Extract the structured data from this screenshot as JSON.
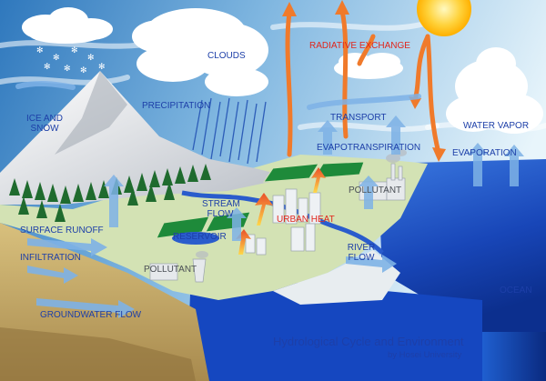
{
  "labels": {
    "clouds": "CLOUDS",
    "radiative_exchange": "RADIATIVE EXCHANGE",
    "ice_and": "ICE AND",
    "snow": "SNOW",
    "precipitation": "PRECIPITATION",
    "transport": "TRANSPORT",
    "water_vapor": "WATER VAPOR",
    "evapotranspiration": "EVAPOTRANSPIRATION",
    "evaporation": "EVAPORATION",
    "pollutant_right": "POLLUTANT",
    "stream": "STREAM",
    "flow": "FLOW",
    "urban_heat": "URBAN HEAT",
    "surface_runoff": "SURFACE RUNOFF",
    "reservoir": "RESERVOIR",
    "river": "RIVER",
    "river_flow": "FLOW",
    "infiltration": "INFILTRATION",
    "pollutant_left": "POLLUTANT",
    "ocean": "OCEAN",
    "groundwater_flow": "GROUNDWATER FLOW"
  },
  "title": "Hydrological Cycle and Environment",
  "subtitle": "by Hosei University",
  "colors": {
    "label_blue": "#1d3fa8",
    "label_red": "#e0261c",
    "sky_top": "#3f86c8",
    "sky_light": "#cfe7f6",
    "ocean": "#1a4fc9",
    "ocean_dark": "#0b2f8c",
    "land": "#cfe0b0",
    "soil": "#c8ad6e",
    "heat_arrow": "#f07a2b"
  }
}
